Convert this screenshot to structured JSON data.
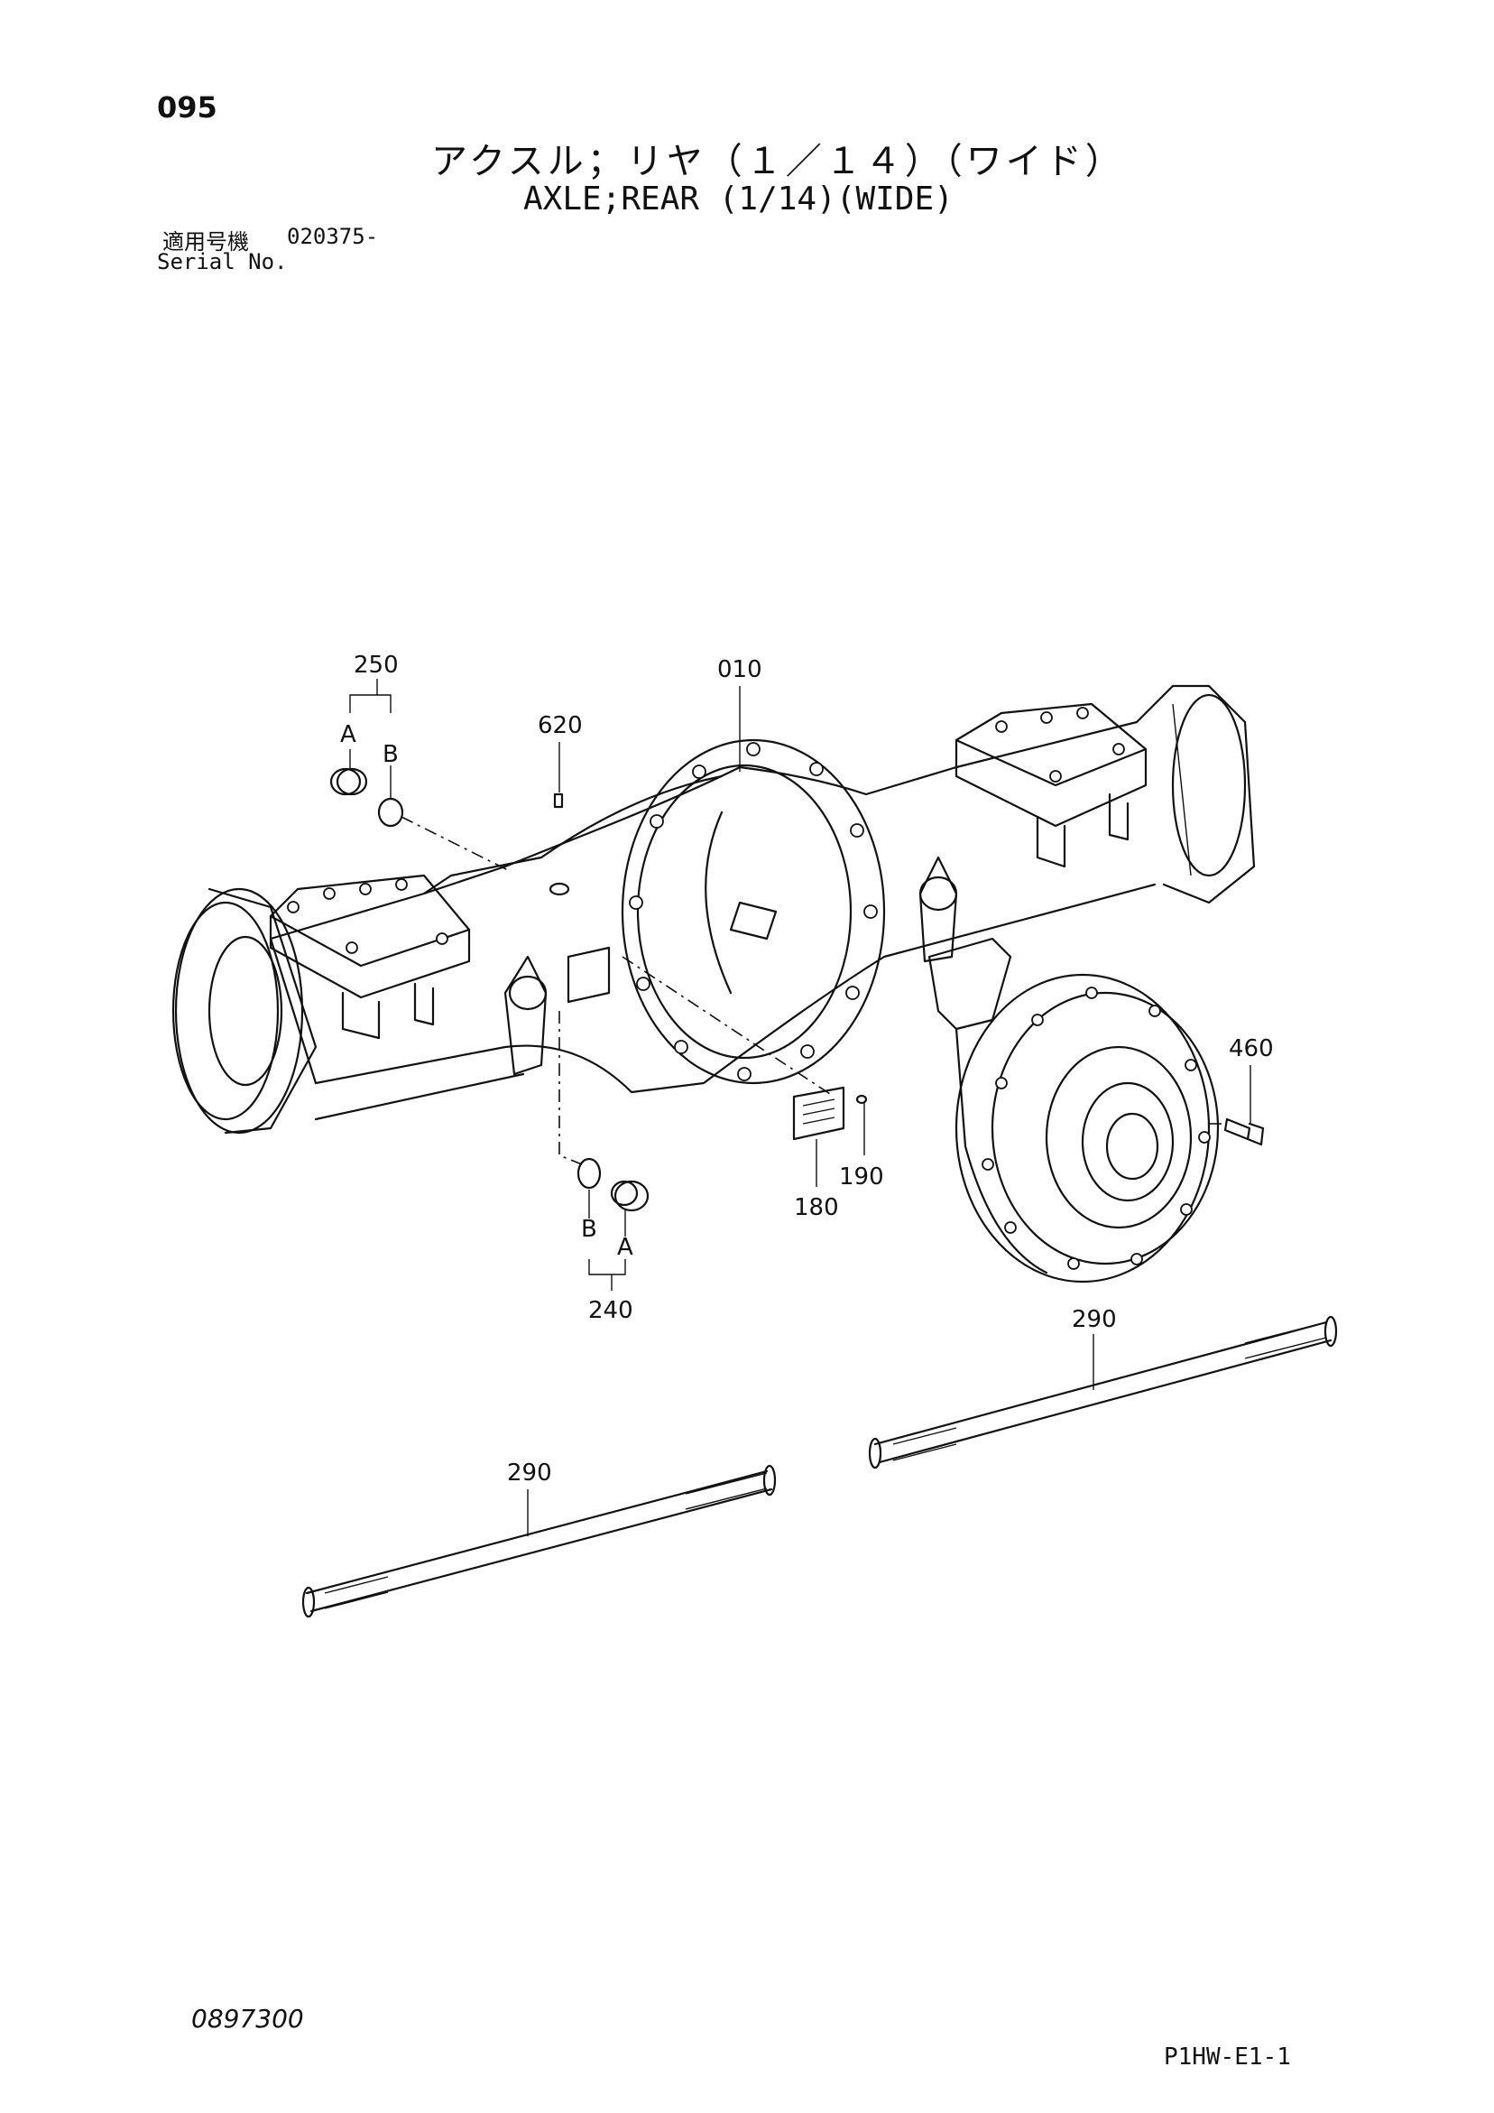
{
  "page_number": "095",
  "title_jp": "アクスル；リヤ（１／１４）（ワイド）",
  "title_en": "AXLE;REAR (1/14)(WIDE)",
  "serial": {
    "label_jp": "適用号機",
    "label_en": "Serial No.",
    "value": "020375-"
  },
  "callouts": {
    "p010": "010",
    "p180": "180",
    "p190": "190",
    "p240": "240",
    "p250": "250",
    "p290_upper": "290",
    "p290_lower": "290",
    "p460": "460",
    "p620": "620"
  },
  "sub_labels": {
    "a_250": "A",
    "b_250": "B",
    "a_240": "A",
    "b_240": "B"
  },
  "drawing_id": "0897300",
  "sheet_code": "P1HW-E1-1"
}
